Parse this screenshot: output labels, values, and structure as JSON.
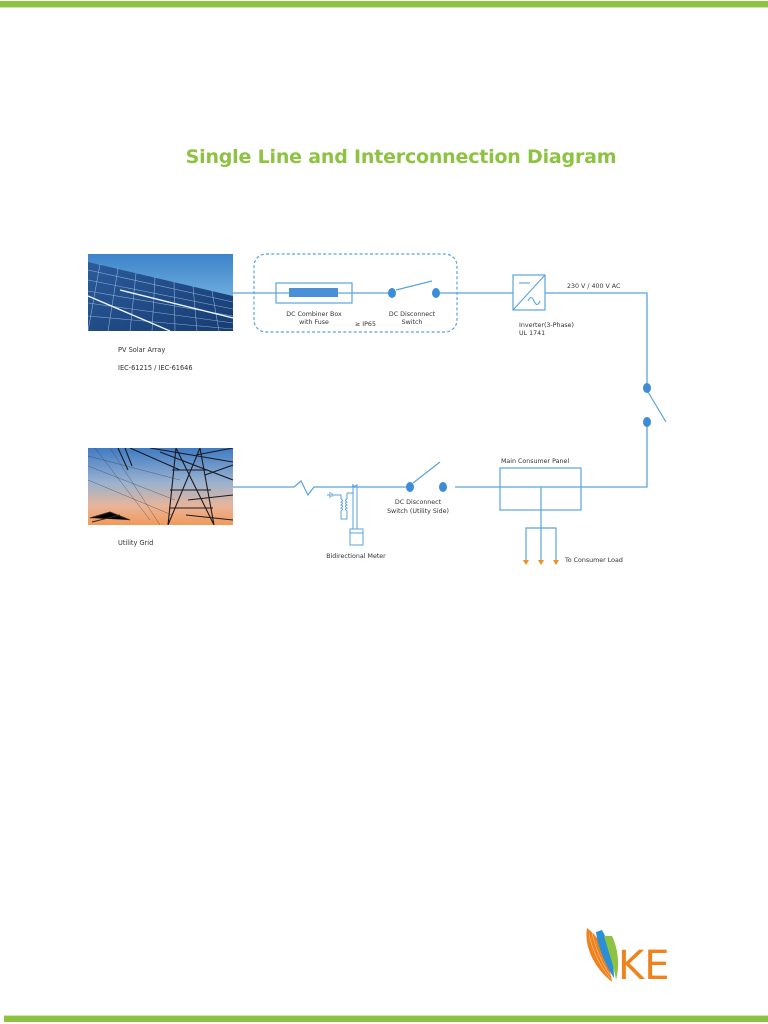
{
  "page": {
    "title": "Single Line and Interconnection Diagram",
    "accent_color": "#8dc341",
    "wire_color": "#5aa3dc",
    "load_arrow_color": "#f0901e"
  },
  "diagram": {
    "pv_array": {
      "label": "PV Solar Array",
      "standard": "IEC-61215 / IEC-61646"
    },
    "dc_combiner_box": {
      "label_line1": "DC Combiner Box",
      "label_line2": "with Fuse"
    },
    "enclosure_rating": "≥ IP65",
    "dc_disconnect_switch": {
      "label_line1": "DC Disconnect",
      "label_line2": "Switch"
    },
    "inverter": {
      "label_line1": "Inverter(3-Phase)",
      "label_line2": "UL 1741"
    },
    "ac_output": "230 V / 400 V AC",
    "main_consumer_panel": {
      "label": "Main Consumer Panel"
    },
    "consumer_load": {
      "label": "To Consumer Load"
    },
    "utility_disconnect_switch": {
      "label_line1": "DC Disconnect",
      "label_line2": "Switch (Utility Side)"
    },
    "bidirectional_meter": {
      "label": "Bidirectional Meter"
    },
    "utility_grid": {
      "label": "Utility Grid"
    }
  },
  "logo": {
    "text": "KE",
    "colors": {
      "orange": "#f0821e",
      "blue": "#2a8fd6",
      "green": "#8dc341"
    }
  }
}
